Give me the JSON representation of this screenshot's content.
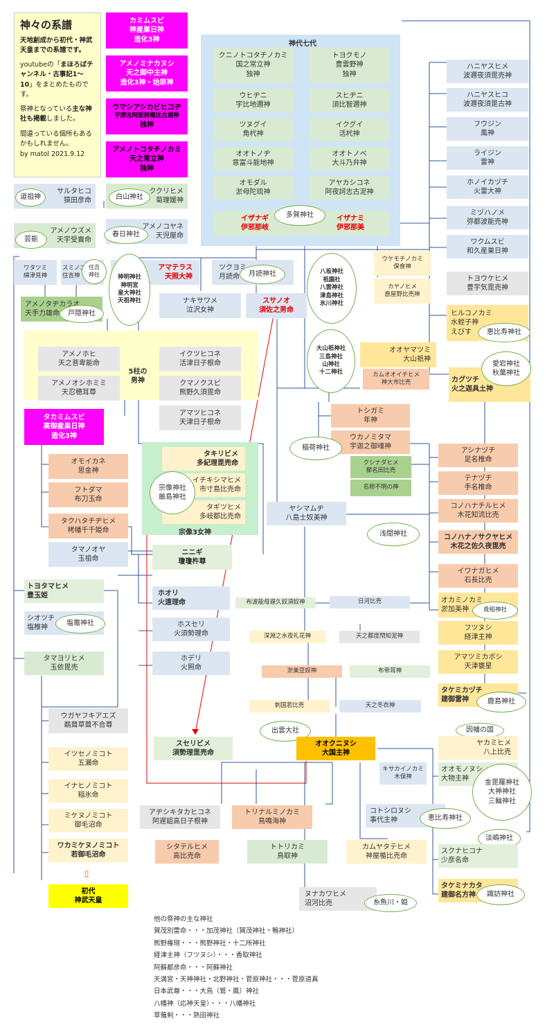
{
  "intro": {
    "title": "神々の系譜",
    "lead": "天地創成から初代・神武天皇までの系譜です。",
    "source_pre": "youtubeの「",
    "source_channel": "まほろばチャンネル・古事記1〜10",
    "source_post": "」をまとめたものです。",
    "shrine_pre": "祭神となっている",
    "shrine_bold": "主な神社も掲載",
    "shrine_post": "しました。",
    "disclaimer": "間違っている個所もあるかもしれません。",
    "byline": "by matol 2021.9.12"
  },
  "kamiyo": {
    "title": "神代七代",
    "items": [
      [
        "クニノトコタチノカミ",
        "国之常立神",
        "独神"
      ],
      [
        "トヨクモノ",
        "豊雲野神",
        "独神"
      ],
      [
        "ウヒヂニ",
        "宇比地邇神"
      ],
      [
        "スヒヂニ",
        "須比智邇神"
      ],
      [
        "ツヌグイ",
        "角杙神"
      ],
      [
        "イクグイ",
        "活杙神"
      ],
      [
        "オオトノヂ",
        "意富斗能地神"
      ],
      [
        "オオトノベ",
        "大斗乃弁神"
      ],
      [
        "オモダル",
        "淤母陀琉神"
      ],
      [
        "アヤカシコネ",
        "阿夜訶志古泥神"
      ]
    ],
    "izanagi": [
      "イザナギ",
      "伊邪那岐"
    ],
    "izanami": [
      "イザナミ",
      "伊邪那美"
    ],
    "taga": "多賀神社"
  },
  "zoka": [
    [
      "カミムスビ",
      "神産巣日神",
      "造化3神"
    ],
    [
      "アメノミナカヌシ",
      "天之御中主神",
      "造化3神・始原神"
    ],
    [
      "ウマシアシカビヒコヂ",
      "宇摩志阿斯訶備比古遅神",
      "独神"
    ],
    [
      "アメノトコタチノカミ",
      "天之常立神",
      "独神"
    ]
  ],
  "left": {
    "sarutahiko": [
      "サルタヒコ",
      "猿田彦命"
    ],
    "dosojin": "道祖神",
    "kukurihime": [
      "ククリヒメ",
      "菊理媛神"
    ],
    "hakusan": "白山神社",
    "uzume": [
      "アメノウズメ",
      "天宇受賣命"
    ],
    "geino": "芸能",
    "koyane": [
      "アメノコヤネ",
      "天児屋命"
    ],
    "kasuga": "春日神社",
    "watatsumi": [
      "ワタツミ",
      "綿津見神"
    ],
    "suminoe": [
      "スミノエ",
      "住吉神"
    ],
    "sumiyoshi": [
      "住吉",
      "神社"
    ],
    "shinmei": [
      "神明神社",
      "神明宮",
      "皇大神社",
      "天祖神社"
    ],
    "amaterasu": [
      "アマテラス",
      "天照大神"
    ],
    "tajikarao": [
      "アメノタヂカラオ",
      "天手力雄命"
    ],
    "togakushi": "戸隠神社",
    "tsukuyomi": [
      "ツクヨミ",
      "月読命"
    ],
    "tsukuyomi_jinja": "月読神社",
    "nakisawame": [
      "ナキサワメ",
      "泣沢女神"
    ],
    "susanoo": [
      "スサノオ",
      "須佐之男命"
    ],
    "yasaka": [
      "八坂神社",
      "祇園社",
      "八雲神社",
      "津島神社",
      "氷川神社"
    ],
    "oyamatsumi_shrines": [
      "大山祇神社",
      "三島神社",
      "山神社",
      "十二神社"
    ]
  },
  "five": {
    "label": [
      "5柱の",
      "男神"
    ],
    "items": [
      [
        "アメノホヒ",
        "天之菩卑能命"
      ],
      [
        "イクツヒコネ",
        "活津日子根命"
      ],
      [
        "アメノオシホミミ",
        "天忍穂耳尊"
      ],
      [
        "クマノクスビ",
        "熊野久須毘命"
      ],
      [
        "アマツヒコネ",
        "天津日子根命"
      ]
    ]
  },
  "takami": [
    "タカミムスビ",
    "高御産巣日神",
    "造化3神"
  ],
  "omoikane": [
    "オモイカネ",
    "思金神"
  ],
  "futodama": [
    "フトダマ",
    "布刀玉命"
  ],
  "takuhata": [
    "タクハタチヂヒメ",
    "栲幡千千姫命"
  ],
  "tamanooya": [
    "タマノオヤ",
    "玉祖命"
  ],
  "ninigi": [
    "ニニギ",
    "瓊瓊杵尊"
  ],
  "three": {
    "tagiri": [
      "タキリビメ",
      "多紀理毘売命"
    ],
    "ichiki": [
      "イチキシマヒメ",
      "市寸島比売命"
    ],
    "tagitsu": [
      "タギツヒメ",
      "多岐都比売命"
    ],
    "munakata": [
      "宗像神社",
      "厳島神社"
    ],
    "label": "宗像3女神"
  },
  "ukemochi": [
    "ウケモチノカミ",
    "保食神"
  ],
  "kayanohime": [
    "カヤノヒメ",
    "鹿屋野比売神"
  ],
  "hiruko": [
    "ヒルコノカミ",
    "水蛭子神",
    "えびす"
  ],
  "ebisu": "恵比寿神社",
  "oyamatsumi": [
    "オオヤマツミ",
    "大山祇神"
  ],
  "kamuo": [
    "カムオオイチヒメ",
    "神大市比売"
  ],
  "kagutsuchi": [
    "カグツチ",
    "火之迦具土神"
  ],
  "atago": [
    "愛宕神社",
    "秋葉神社"
  ],
  "toshigami": [
    "トシガミ",
    "年神"
  ],
  "ukanomitama": [
    "ウカノミタマ",
    "宇迦之御魂神"
  ],
  "inari": "稲荷神社",
  "kushinada": [
    "クシナダヒメ",
    "櫛名田比売"
  ],
  "unnamed": "名称不明の神",
  "ashinazuchi": [
    "アシナヅチ",
    "足名椎命"
  ],
  "tenazuchi": [
    "テナヅチ",
    "手名椎命"
  ],
  "konohanachiru": [
    "コノハナチルヒメ",
    "木花知流比売"
  ],
  "yashimamuji": [
    "ヤシマムヂ",
    "八島士奴美神"
  ],
  "sengen": "浅間神社",
  "sakuya": [
    "コノハナノサクヤヒメ",
    "木花之佐久夜毘売"
  ],
  "iwanaga": [
    "イワナガヒメ",
    "石長比売"
  ],
  "right": [
    [
      "ハニヤスヒメ",
      "波邇夜須毘売神"
    ],
    [
      "ハニヤスヒコ",
      "波邇夜須毘古神"
    ],
    [
      "フウジン",
      "風神"
    ],
    [
      "ライジン",
      "雷神"
    ],
    [
      "ホノイカヅチ",
      "火雷大神"
    ],
    [
      "ミヅハノメ",
      "弥都波能売神"
    ],
    [
      "ワクムスビ",
      "和久産巣日神"
    ],
    [
      "トヨウケヒメ",
      "豊宇気毘売神"
    ]
  ],
  "toyotama": [
    "トヨタマヒメ",
    "豊玉姫"
  ],
  "hoori": [
    "ホオリ",
    "火遠理命"
  ],
  "hoseri": [
    "ホスセリ",
    "火須勢理命"
  ],
  "hoderi": [
    "ホデリ",
    "火照命"
  ],
  "shiotsuchi": [
    "シオツチ",
    "塩椎神"
  ],
  "shiogama": "塩竈神社",
  "tamayori": [
    "タマヨリヒメ",
    "玉依毘売"
  ],
  "ugaya": [
    "ウガヤフキアエズ",
    "鵜葺草葺不合尊"
  ],
  "itsuse": [
    "イツセノミコト",
    "五瀬命"
  ],
  "inahi": [
    "イナヒノミコト",
    "稲氷命"
  ],
  "mikenu": [
    "ミケヌノミコト",
    "御毛沼命"
  ],
  "wakamike": [
    "ワカミケヌノミコト",
    "若御毛沼命"
  ],
  "jinmu": [
    "初代",
    "神武天皇"
  ],
  "lineage": [
    "布波能母遅久奴須奴神",
    "日河比売",
    "深淵之水夜礼花神",
    "天之都度閇知泥神",
    "淤美豆奴神",
    "布帝耳神",
    "刺国若比売",
    "天之冬衣神"
  ],
  "okamikami": [
    "オカミノカミ",
    "淤加美神"
  ],
  "okami_jinja": "貴船神社",
  "futsunushi": [
    "フツヌシ",
    "経津主神"
  ],
  "amatsumika": [
    "アマツミカボシ",
    "天津甕星"
  ],
  "takemikazuchi": [
    "タケミカヅチ",
    "建御雷神"
  ],
  "kashima": "鹿島神社",
  "izumo": "出雲大社",
  "suseri": [
    "スセリビメ",
    "須勢理毘売命"
  ],
  "okuninushi": [
    "オオクニヌシ",
    "大国主神"
  ],
  "inaba": "因幡の国",
  "yakami": [
    "ヤカミヒメ",
    "八上比売"
  ],
  "kisakai": [
    "キサカイノカミ",
    "木俣神"
  ],
  "omononushi": [
    "オオモノヌシ",
    "大物主神"
  ],
  "konpira": [
    "金毘羅神社",
    "大神神社",
    "三輪神社"
  ],
  "ajisuki": [
    "アヂシキタカヒコネ",
    "阿遅鉏高日子根神"
  ],
  "torinaru": [
    "トリナルミノカミ",
    "鳥鳴海神"
  ],
  "kotoshiro": [
    "コトシロヌシ",
    "事代主神"
  ],
  "ebisu2": "恵比寿神社",
  "awashima": "淡嶋神社",
  "shitateru": [
    "シタテルヒメ",
    "高比売命"
  ],
  "tottori": [
    "トトリカミ",
    "鳥取神"
  ],
  "kamuyatate": [
    "カムヤタテヒメ",
    "神屋楯比売命"
  ],
  "sukunahikona": [
    "スクナヒコナ",
    "少彦名命"
  ],
  "nunakawa": [
    "ヌナカワヒメ",
    "沼河比売"
  ],
  "itoigawa": "糸魚川・姫",
  "takeminakata": [
    "タケミナカタ",
    "建御名方神"
  ],
  "suwa": "諏訪神社",
  "notes": [
    "他の祭神の主な神社",
    "賀茂別雷命・・・加茂神社（賀茂神社・鴨神社）",
    "熊野権現・・・熊野神社・十二所神社",
    "経津主神（フツヌシ）・・・香取神社",
    "阿蘇都彦命・・・阿蘇神社",
    "天満宮・天神神社・北野神社・菅原神社・・・菅原道真",
    "日本武尊・・・大鳥（鷲・鳳）神社",
    "八幡神（応神天皇）・・・八幡神社",
    "草薙剣・・・熱田神社"
  ]
}
